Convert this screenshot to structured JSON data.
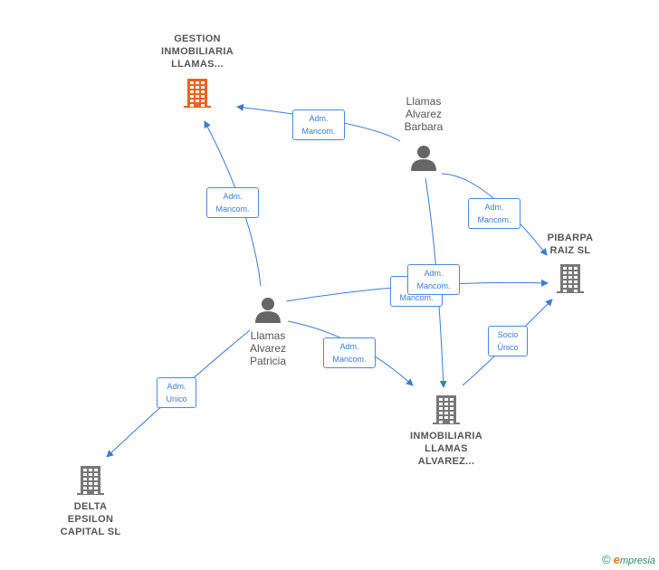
{
  "nodes": {
    "gestion": {
      "label": [
        "GESTION",
        "INMOBILIARIA",
        "LLAMAS..."
      ],
      "color": "#f06020",
      "type": "company"
    },
    "barbara": {
      "label": [
        "Llamas",
        "Alvarez",
        "Barbara"
      ],
      "type": "person"
    },
    "pibarpa": {
      "label": [
        "PIBARPA",
        "RAIZ  SL"
      ],
      "color": "#777777",
      "type": "company"
    },
    "patricia": {
      "label": [
        "Llamas",
        "Alvarez",
        "Patricia"
      ],
      "type": "person"
    },
    "inmobiliaria": {
      "label": [
        "INMOBILIARIA",
        "LLAMAS",
        "ALVAREZ..."
      ],
      "color": "#777777",
      "type": "company"
    },
    "delta": {
      "label": [
        "DELTA",
        "EPSILON",
        "CAPITAL  SL"
      ],
      "color": "#777777",
      "type": "company"
    }
  },
  "edges": [
    {
      "from": "barbara",
      "to": "gestion",
      "label": [
        "Adm.",
        "Mancom."
      ]
    },
    {
      "from": "patricia",
      "to": "gestion",
      "label": [
        "Adm.",
        "Mancom."
      ]
    },
    {
      "from": "barbara",
      "to": "pibarpa",
      "label": [
        "Adm.",
        "Mancom."
      ]
    },
    {
      "from": "patricia",
      "to": "pibarpa",
      "label": [
        "Adm.",
        "Mancom."
      ]
    },
    {
      "from": "barbara",
      "to": "inmobiliaria",
      "label": [
        "Adm.",
        "Mancom."
      ]
    },
    {
      "from": "patricia",
      "to": "inmobiliaria",
      "label": [
        "Adm.",
        "Mancom."
      ]
    },
    {
      "from": "inmobiliaria",
      "to": "pibarpa",
      "label": [
        "Socio",
        "Único"
      ]
    },
    {
      "from": "patricia",
      "to": "delta",
      "label": [
        "Adm.",
        "Unico"
      ]
    }
  ],
  "footer": {
    "copyright": "©",
    "brand_initial": "e",
    "brand_rest": "mpresia"
  },
  "colors": {
    "edge": "#3a7bd5",
    "person": "#666666"
  }
}
